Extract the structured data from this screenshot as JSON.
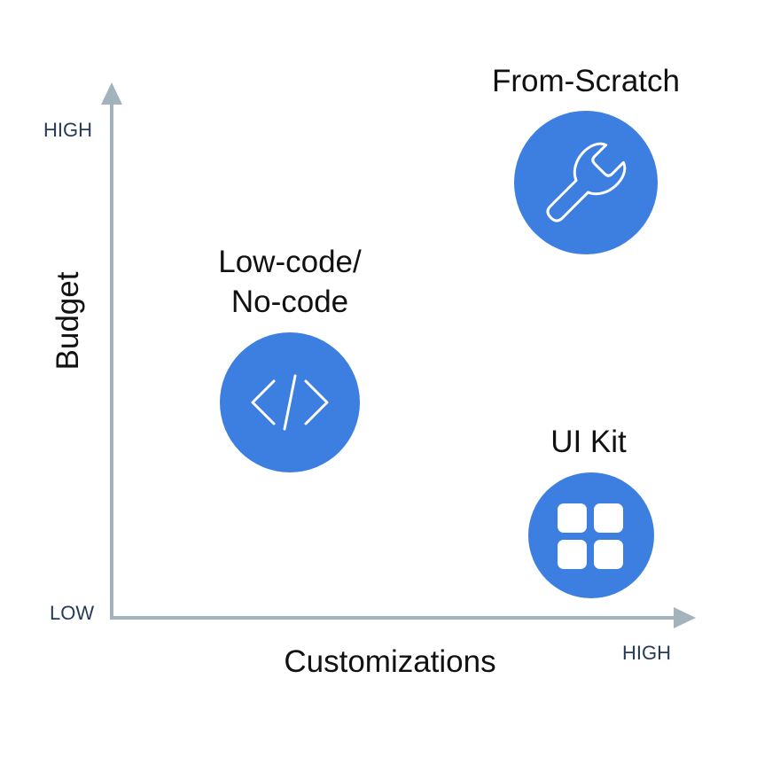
{
  "colors": {
    "accent": "#3c7fe0",
    "axis": "#a3b3bc",
    "tick_text": "#263b5c",
    "label_text": "#111111"
  },
  "axes": {
    "y_title": "Budget",
    "x_title": "Customizations",
    "y_high": "HIGH",
    "x_high": "HIGH",
    "origin_low": "LOW"
  },
  "nodes": [
    {
      "id": "from-scratch",
      "label_lines": [
        "From-Scratch"
      ],
      "icon": "wrench-icon",
      "customizations": "high",
      "budget": "high"
    },
    {
      "id": "low-code",
      "label_lines": [
        "Low-code/",
        "No-code"
      ],
      "icon": "code-icon",
      "customizations": "low",
      "budget": "medium"
    },
    {
      "id": "ui-kit",
      "label_lines": [
        "UI Kit"
      ],
      "icon": "grid-icon",
      "customizations": "high",
      "budget": "low"
    }
  ]
}
